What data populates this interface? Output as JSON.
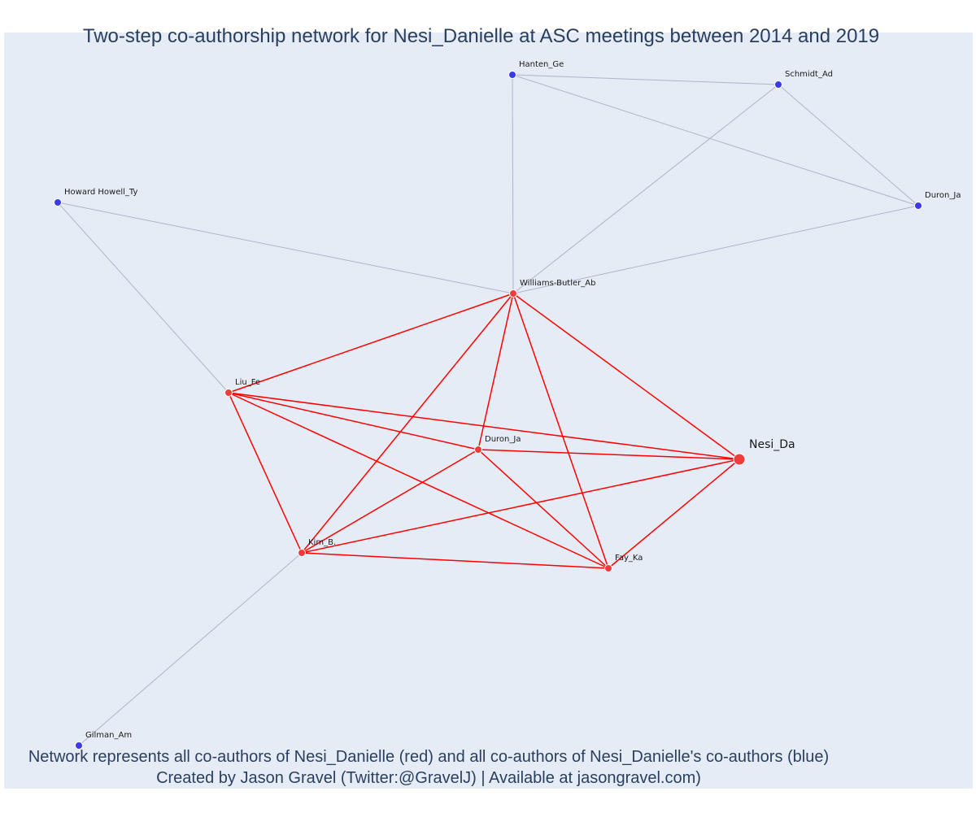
{
  "title": "Two-step co-authorship network for Nesi_Danielle at ASC meetings between 2014 and 2019",
  "caption": {
    "line1": "Network represents all co-authors of Nesi_Danielle (red) and all co-authors of Nesi_Danielle's co-authors (blue)",
    "line2": "Created by Jason Gravel (Twitter:@GravelJ) | Available at jasongravel.com)"
  },
  "colors": {
    "background": "#e5ecf6",
    "text": "#2a3f5f",
    "first_step_node": "#f03b3b",
    "second_step_node": "#3b3be6",
    "first_step_edge": "#ff0000",
    "second_step_edge": "#b0b4c8"
  },
  "nodes": [
    {
      "id": "hanten",
      "label": "Hanten_Ge",
      "group": "second_step",
      "focal": false
    },
    {
      "id": "schmidt",
      "label": "Schmidt_Ad",
      "group": "second_step",
      "focal": false
    },
    {
      "id": "duron_outer",
      "label": "Duron_Ja",
      "group": "second_step",
      "focal": false
    },
    {
      "id": "howard",
      "label": "Howard Howell_Ty",
      "group": "second_step",
      "focal": false
    },
    {
      "id": "gilman",
      "label": "Gilman_Am",
      "group": "second_step",
      "focal": false
    },
    {
      "id": "williams",
      "label": "Williams-Butler_Ab",
      "group": "first_step",
      "focal": false
    },
    {
      "id": "liu",
      "label": "Liu_Fe",
      "group": "first_step",
      "focal": false
    },
    {
      "id": "duron_inner",
      "label": "Duron_Ja",
      "group": "first_step",
      "focal": false
    },
    {
      "id": "nesi",
      "label": "Nesi_Da",
      "group": "first_step",
      "focal": true
    },
    {
      "id": "kim",
      "label": "Kim_B.",
      "group": "first_step",
      "focal": false
    },
    {
      "id": "fay",
      "label": "Fay_Ka",
      "group": "first_step",
      "focal": false
    }
  ],
  "edges": [
    {
      "source": "hanten",
      "target": "schmidt",
      "type": "second_step"
    },
    {
      "source": "hanten",
      "target": "duron_outer",
      "type": "second_step"
    },
    {
      "source": "hanten",
      "target": "williams",
      "type": "second_step"
    },
    {
      "source": "schmidt",
      "target": "duron_outer",
      "type": "second_step"
    },
    {
      "source": "schmidt",
      "target": "williams",
      "type": "second_step"
    },
    {
      "source": "duron_outer",
      "target": "williams",
      "type": "second_step"
    },
    {
      "source": "howard",
      "target": "williams",
      "type": "second_step"
    },
    {
      "source": "howard",
      "target": "liu",
      "type": "second_step"
    },
    {
      "source": "gilman",
      "target": "kim",
      "type": "second_step"
    },
    {
      "source": "williams",
      "target": "liu",
      "type": "first_step"
    },
    {
      "source": "williams",
      "target": "duron_inner",
      "type": "first_step"
    },
    {
      "source": "williams",
      "target": "nesi",
      "type": "first_step"
    },
    {
      "source": "williams",
      "target": "kim",
      "type": "first_step"
    },
    {
      "source": "williams",
      "target": "fay",
      "type": "first_step"
    },
    {
      "source": "liu",
      "target": "duron_inner",
      "type": "first_step"
    },
    {
      "source": "liu",
      "target": "nesi",
      "type": "first_step"
    },
    {
      "source": "liu",
      "target": "kim",
      "type": "first_step"
    },
    {
      "source": "liu",
      "target": "fay",
      "type": "first_step"
    },
    {
      "source": "duron_inner",
      "target": "nesi",
      "type": "first_step"
    },
    {
      "source": "duron_inner",
      "target": "kim",
      "type": "first_step"
    },
    {
      "source": "duron_inner",
      "target": "fay",
      "type": "first_step"
    },
    {
      "source": "nesi",
      "target": "kim",
      "type": "first_step"
    },
    {
      "source": "nesi",
      "target": "fay",
      "type": "first_step"
    },
    {
      "source": "kim",
      "target": "fay",
      "type": "first_step"
    }
  ]
}
